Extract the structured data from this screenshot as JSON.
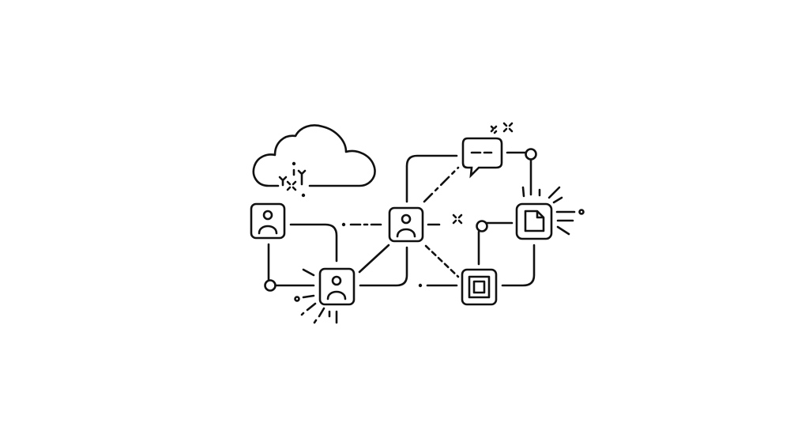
{
  "diagram": {
    "style": "monochrome line-art network illustration",
    "colors": {
      "stroke": "#111111",
      "background": "#ffffff"
    },
    "nodes": [
      {
        "id": "cloud",
        "icon": "cloud-icon"
      },
      {
        "id": "user-a",
        "icon": "user-icon"
      },
      {
        "id": "user-b",
        "icon": "user-icon",
        "highlighted": true
      },
      {
        "id": "user-c",
        "icon": "user-icon"
      },
      {
        "id": "chat",
        "icon": "chat-bubble-icon"
      },
      {
        "id": "document",
        "icon": "document-icon",
        "highlighted": true
      },
      {
        "id": "chip",
        "icon": "square-chip-icon"
      }
    ]
  }
}
